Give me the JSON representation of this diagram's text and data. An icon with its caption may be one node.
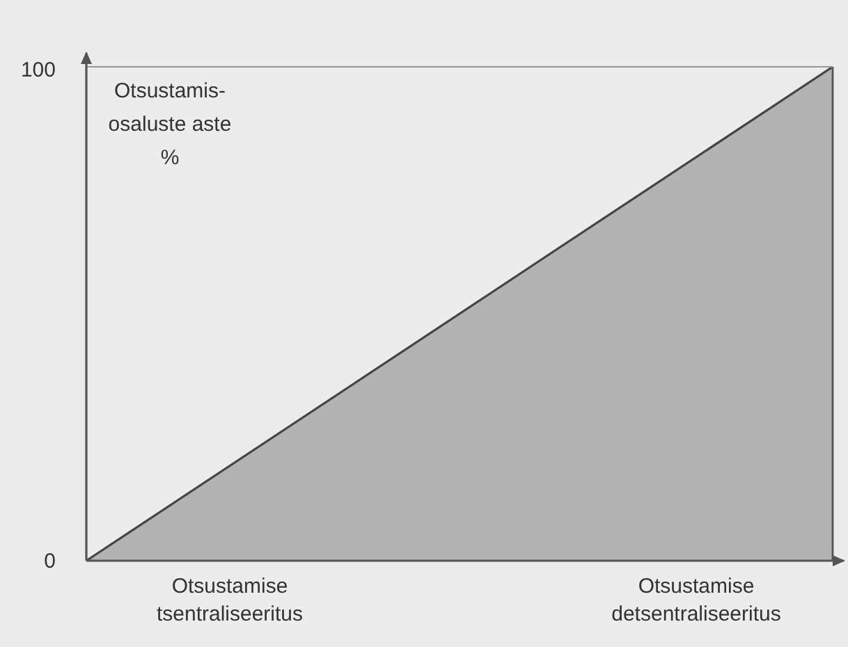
{
  "diagram": {
    "labels": [
      "100",
      "Otsustamis- osaluste aste %",
      "0",
      "Otsustamise tsentraliseeritus",
      "Otsustamise detsentraliseeritus"
    ]
  }
}
